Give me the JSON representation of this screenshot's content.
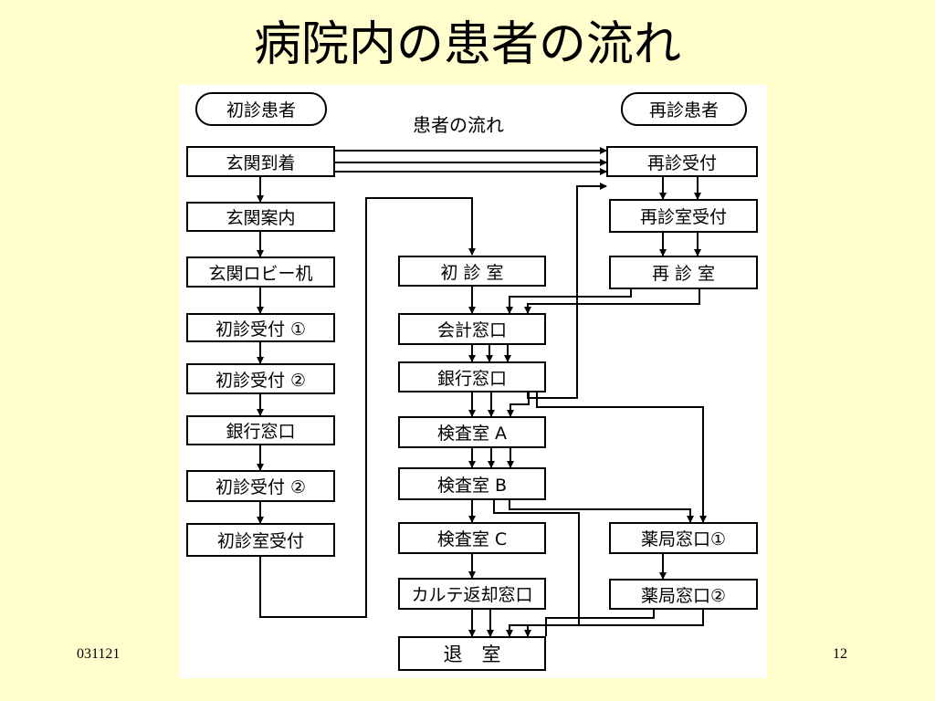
{
  "slide": {
    "title": "病院内の患者の流れ",
    "footer_left": "031121",
    "page_number": "12"
  },
  "diagram": {
    "first_visit_label": "初診患者",
    "revisit_label": "再診患者",
    "flow_label": "患者の流れ",
    "left_column": [
      "玄関到着",
      "玄関案内",
      "玄関ロビー机",
      "初診受付 ①",
      "初診受付 ②",
      "銀行窓口",
      "初診受付 ②",
      "初診室受付"
    ],
    "center_column": [
      "初 診 室",
      "会計窓口",
      "銀行窓口",
      "検査室 A",
      "検査室 B",
      "検査室 C",
      "カルテ返却窓口"
    ],
    "exit": "退　室",
    "right_column": [
      "再診受付",
      "再診室受付",
      "再 診 室",
      "薬局窓口①",
      "薬局窓口②"
    ]
  }
}
